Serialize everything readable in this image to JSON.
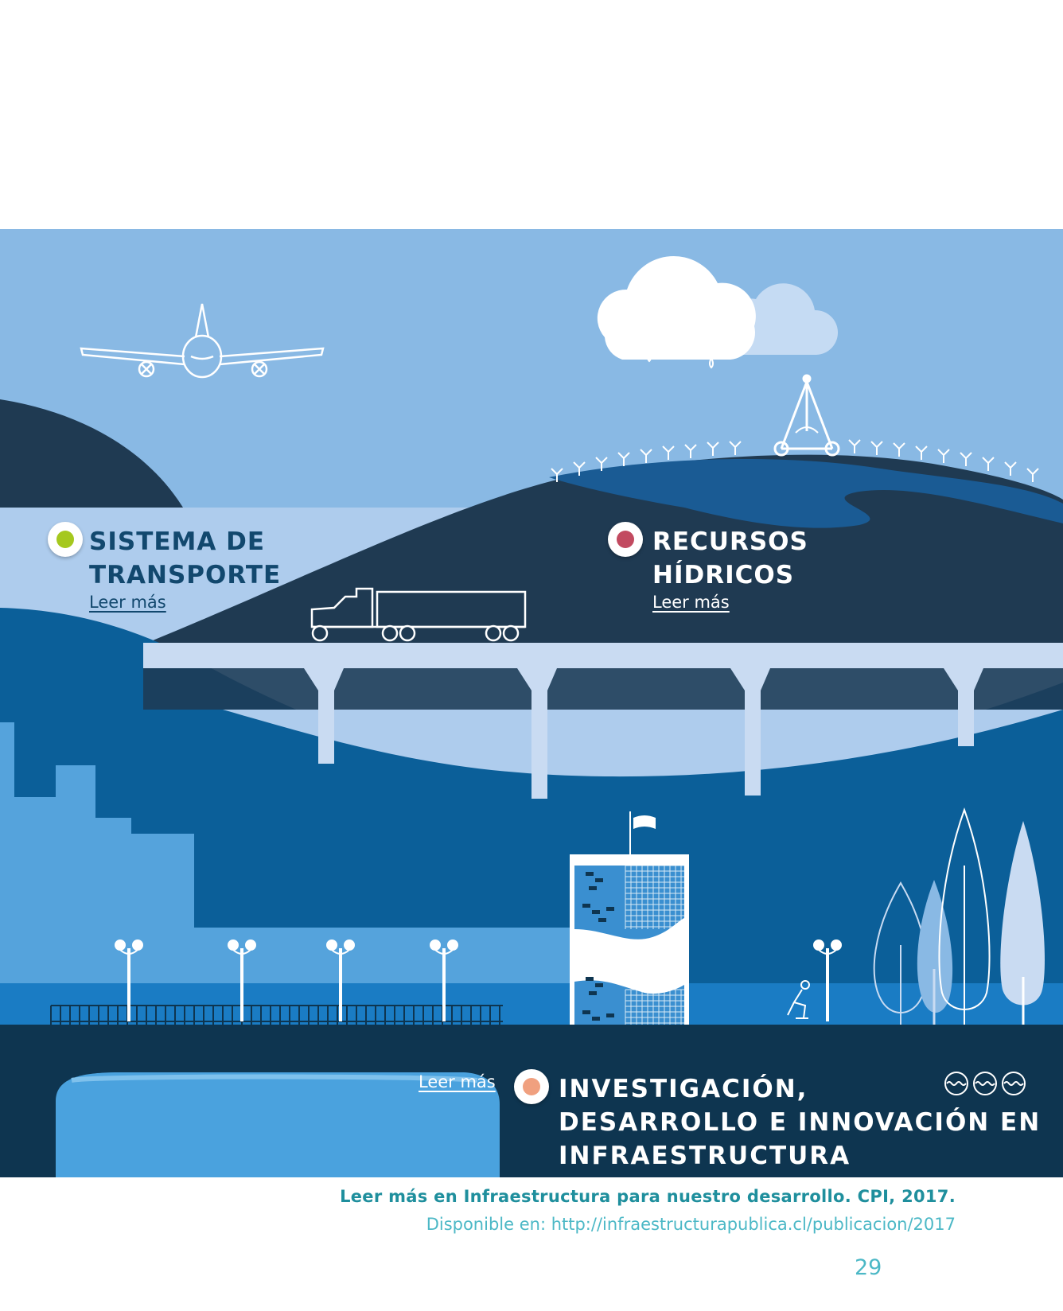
{
  "sections": {
    "transporte": {
      "title_line1": "SISTEMA DE",
      "title_line2": "TRANSPORTE",
      "link": "Leer más",
      "dot_color": "#a5c81e"
    },
    "hidricos": {
      "title_line1": "RECURSOS",
      "title_line2": "HÍDRICOS",
      "link": "Leer más",
      "dot_color": "#c24a60"
    },
    "investigacion": {
      "title_line1": "INVESTIGACIÓN,",
      "title_line2": "DESARROLLO E INNOVACIÓN EN",
      "title_line3": "INFRAESTRUCTURA",
      "link": "Leer más",
      "dot_color": "#f0a07f"
    }
  },
  "credit": {
    "line1": "Leer más en Infraestructura para nuestro desarrollo. CPI, 2017.",
    "line2": "Disponible en: http://infraestructurapublica.cl/publicacion/2017"
  },
  "page_number": "29",
  "palette": {
    "sky": "#89b9e4",
    "hill_dark": "#1f3a52",
    "band_light": "#aecced",
    "hill_mid": "#0b5f99",
    "city_light": "#55a3dc",
    "bottom_band": "#0e3550",
    "accent_teal": "#1f8f9d"
  },
  "icons": [
    "airplane-icon",
    "cloud-icon",
    "truck-icon",
    "irrigation-tower-icon",
    "street-lamp-icon",
    "office-tower-icon",
    "tree-icon",
    "person-reading-icon",
    "wave-circle-icon"
  ]
}
